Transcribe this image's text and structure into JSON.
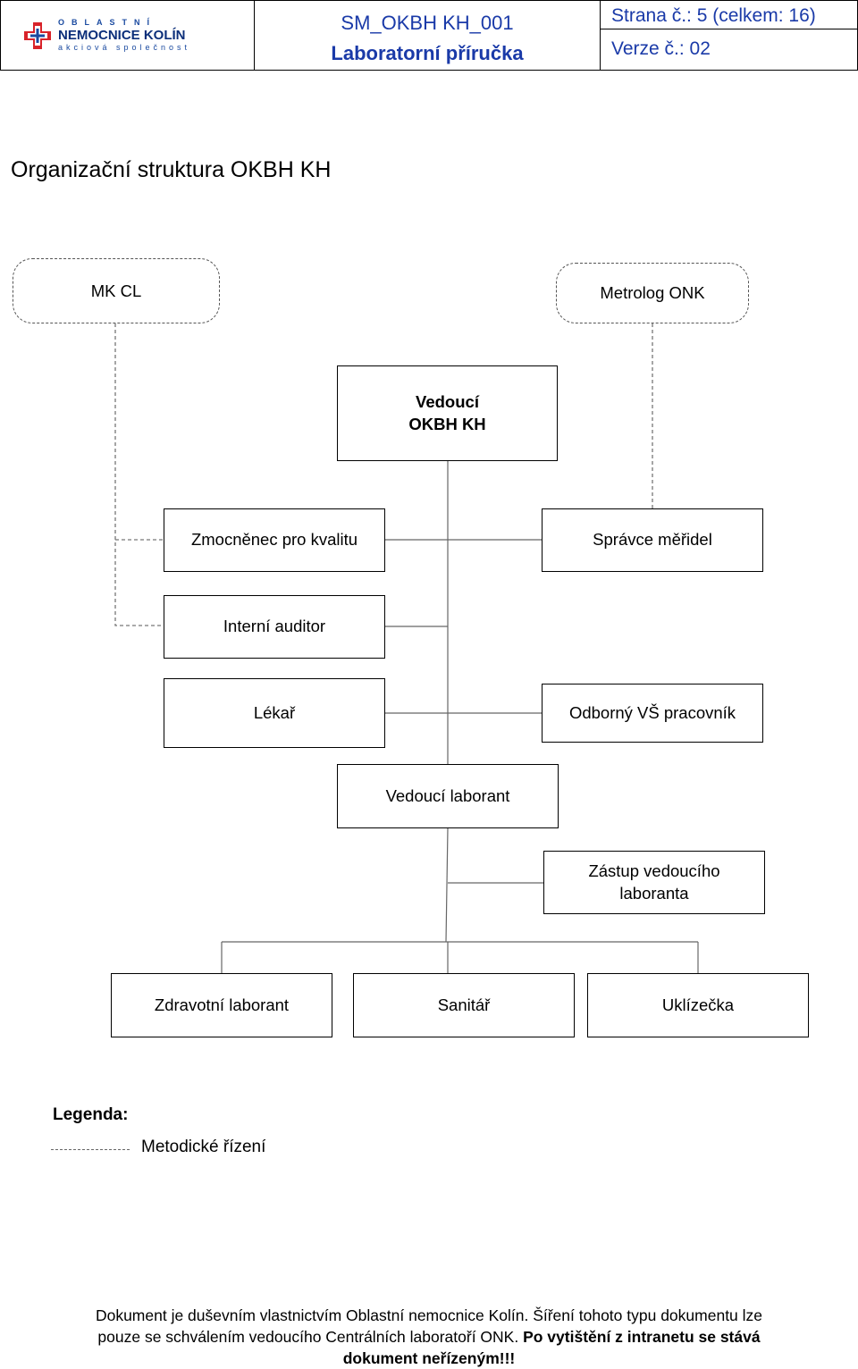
{
  "header": {
    "logo": {
      "line1": "OBLASTNÍ",
      "line2": "NEMOCNICE KOLÍN",
      "line3": "akciová společnost"
    },
    "doc_code": "SM_OKBH KH_001",
    "doc_title": "Laboratorní příručka",
    "page_info": "Strana č.: 5 (celkem: 16)",
    "version": "Verze č.: 02"
  },
  "title": "Organizační struktura OKBH KH",
  "org": {
    "mk_cl": "MK CL",
    "metrolog": "Metrolog ONK",
    "head_line1": "Vedoucí",
    "head_line2": "OKBH KH",
    "quality": "Zmocněnec pro kvalitu",
    "meters": "Správce měřidel",
    "auditor": "Interní auditor",
    "doctor": "Lékař",
    "specialist": "Odborný VŠ pracovník",
    "lead_lab": "Vedoucí laborant",
    "deputy_line1": "Zástup vedoucího",
    "deputy_line2": "laboranta",
    "lab": "Zdravotní laborant",
    "orderly": "Sanitář",
    "cleaner": "Uklízečka"
  },
  "legend": {
    "title": "Legenda:",
    "dashed": "Metodické řízení"
  },
  "footer": {
    "line1": "Dokument je duševním vlastnictvím Oblastní nemocnice Kolín. Šíření tohoto typu dokumentu lze",
    "line2_normal": "pouze se schválením vedoucího Centrálních laboratoří ONK. ",
    "line2_bold": "Po vytištění z intranetu se stává",
    "line3_bold": "dokument neřízeným!!!"
  },
  "colors": {
    "header_blue": "#1a3aa8",
    "logo_red": "#d8232a",
    "logo_navy": "#0c2f7a"
  }
}
